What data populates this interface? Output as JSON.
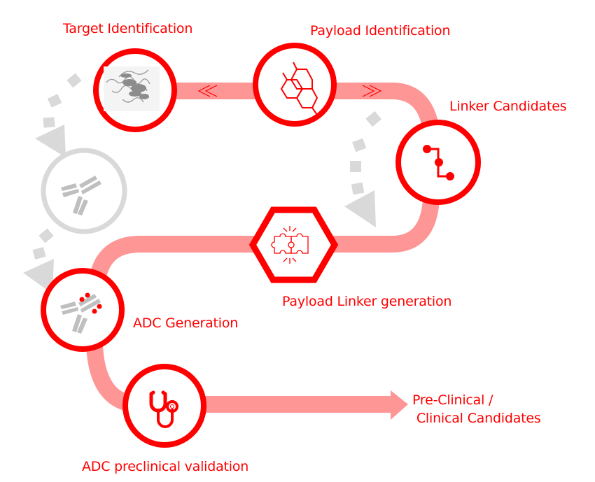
{
  "colors": {
    "accent": "#ff0000",
    "path": "#ff9696",
    "inactive": "#d9d9d9",
    "antibody": "#bfbfbf",
    "background": "#ffffff"
  },
  "steps": [
    {
      "id": "target",
      "label": "Target Identification",
      "icon": "protein-structure-icon",
      "shape": "circle",
      "state": "active"
    },
    {
      "id": "payload",
      "label": "Payload Identification",
      "icon": "molecule-hexagon-icon",
      "shape": "circle",
      "state": "active"
    },
    {
      "id": "linker",
      "label": "Linker Candidates",
      "icon": "linker-chain-icon",
      "shape": "circle",
      "state": "active"
    },
    {
      "id": "payload-linker",
      "label": "Payload Linker generation",
      "icon": "puzzle-pieces-icon",
      "shape": "hexagon",
      "state": "active"
    },
    {
      "id": "antibody",
      "label": "",
      "icon": "antibody-icon",
      "shape": "circle",
      "state": "inactive"
    },
    {
      "id": "adc",
      "label": "ADC Generation",
      "icon": "antibody-drug-conjugate-icon",
      "shape": "circle",
      "state": "active"
    },
    {
      "id": "validation",
      "label": "ADC preclinical validation",
      "icon": "stethoscope-icon",
      "shape": "circle",
      "state": "active"
    }
  ],
  "outcome": {
    "line1": "Pre-Clinical /",
    "line2": " Clinical Candidates"
  }
}
